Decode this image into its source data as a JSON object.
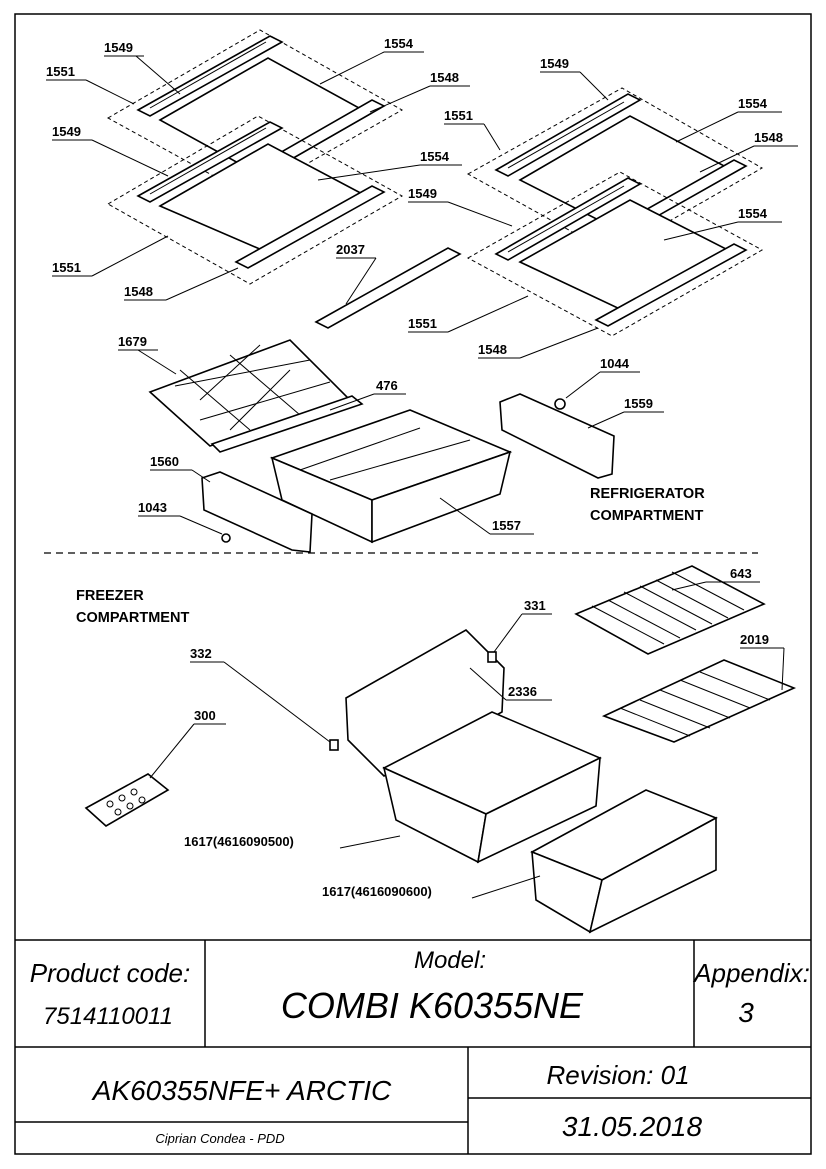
{
  "callouts": {
    "c1549a": "1549",
    "c1554a": "1554",
    "c1551a": "1551",
    "c1548a": "1548",
    "c1549b": "1549",
    "c1554b": "1554",
    "c1551b": "1551",
    "c1548b": "1548",
    "c1549c": "1549",
    "c1554c": "1554",
    "c1551c": "1551",
    "c1548c": "1548",
    "c1549d": "1549",
    "c1554d": "1554",
    "c1551d": "1551",
    "c1548d": "1548",
    "c2037": "2037",
    "c1679": "1679",
    "c476": "476",
    "c1044": "1044",
    "c1559": "1559",
    "c1560": "1560",
    "c1043": "1043",
    "c1557": "1557",
    "c331": "331",
    "c643": "643",
    "c332": "332",
    "c2019": "2019",
    "c2336": "2336",
    "c300": "300",
    "c1617a": "1617(4616090500)",
    "c1617b": "1617(4616090600)"
  },
  "compartments": {
    "refrigerator_line1": "REFRIGERATOR",
    "refrigerator_line2": "COMPARTMENT",
    "freezer_line1": "FREEZER",
    "freezer_line2": "COMPARTMENT"
  },
  "title_block": {
    "product_code_label": "Product code:",
    "product_code": "7514110011",
    "model_label": "Model:",
    "model": "COMBI K60355NE",
    "appendix_label": "Appendix:",
    "appendix": "3",
    "variant": "AK60355NFE+ ARCTIC",
    "revision": "Revision: 01",
    "author": "Ciprian Condea - PDD",
    "date": "31.05.2018"
  }
}
